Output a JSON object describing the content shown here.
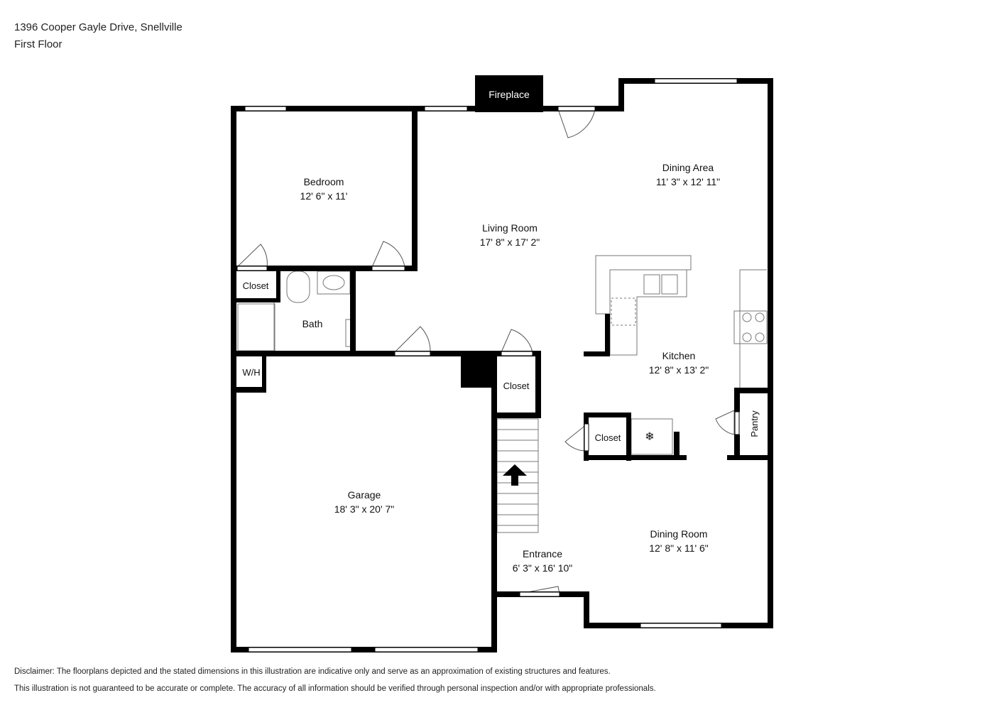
{
  "header": {
    "address": "1396 Cooper Gayle Drive, Snellville",
    "floor": "First Floor"
  },
  "rooms": {
    "fireplace": "Fireplace",
    "bedroom": {
      "name": "Bedroom",
      "dims": "12' 6\" x 11'"
    },
    "living_room": {
      "name": "Living Room",
      "dims": "17' 8\" x 17' 2\""
    },
    "dining_area": {
      "name": "Dining Area",
      "dims": "11' 3\" x 12' 11\""
    },
    "kitchen": {
      "name": "Kitchen",
      "dims": "12' 8\" x 13' 2\""
    },
    "closet_bedroom": "Closet",
    "bath": "Bath",
    "wh": "W/H",
    "closet_hall": "Closet",
    "closet_kitchen": "Closet",
    "pantry": "Pantry",
    "garage": {
      "name": "Garage",
      "dims": "18' 3\" x 20' 7\""
    },
    "entrance": {
      "name": "Entrance",
      "dims": "6' 3\" x 16' 10\""
    },
    "dining_room": {
      "name": "Dining Room",
      "dims": "12' 8\" x 11' 6\""
    }
  },
  "disclaimer": {
    "line1": "Disclaimer: The floorplans depicted and the stated dimensions in this illustration are indicative only and serve as an approximation of existing structures and features.",
    "line2": "This illustration is not guaranteed to be accurate or complete. The accuracy of all information should be verified through personal inspection and/or with appropriate professionals."
  }
}
